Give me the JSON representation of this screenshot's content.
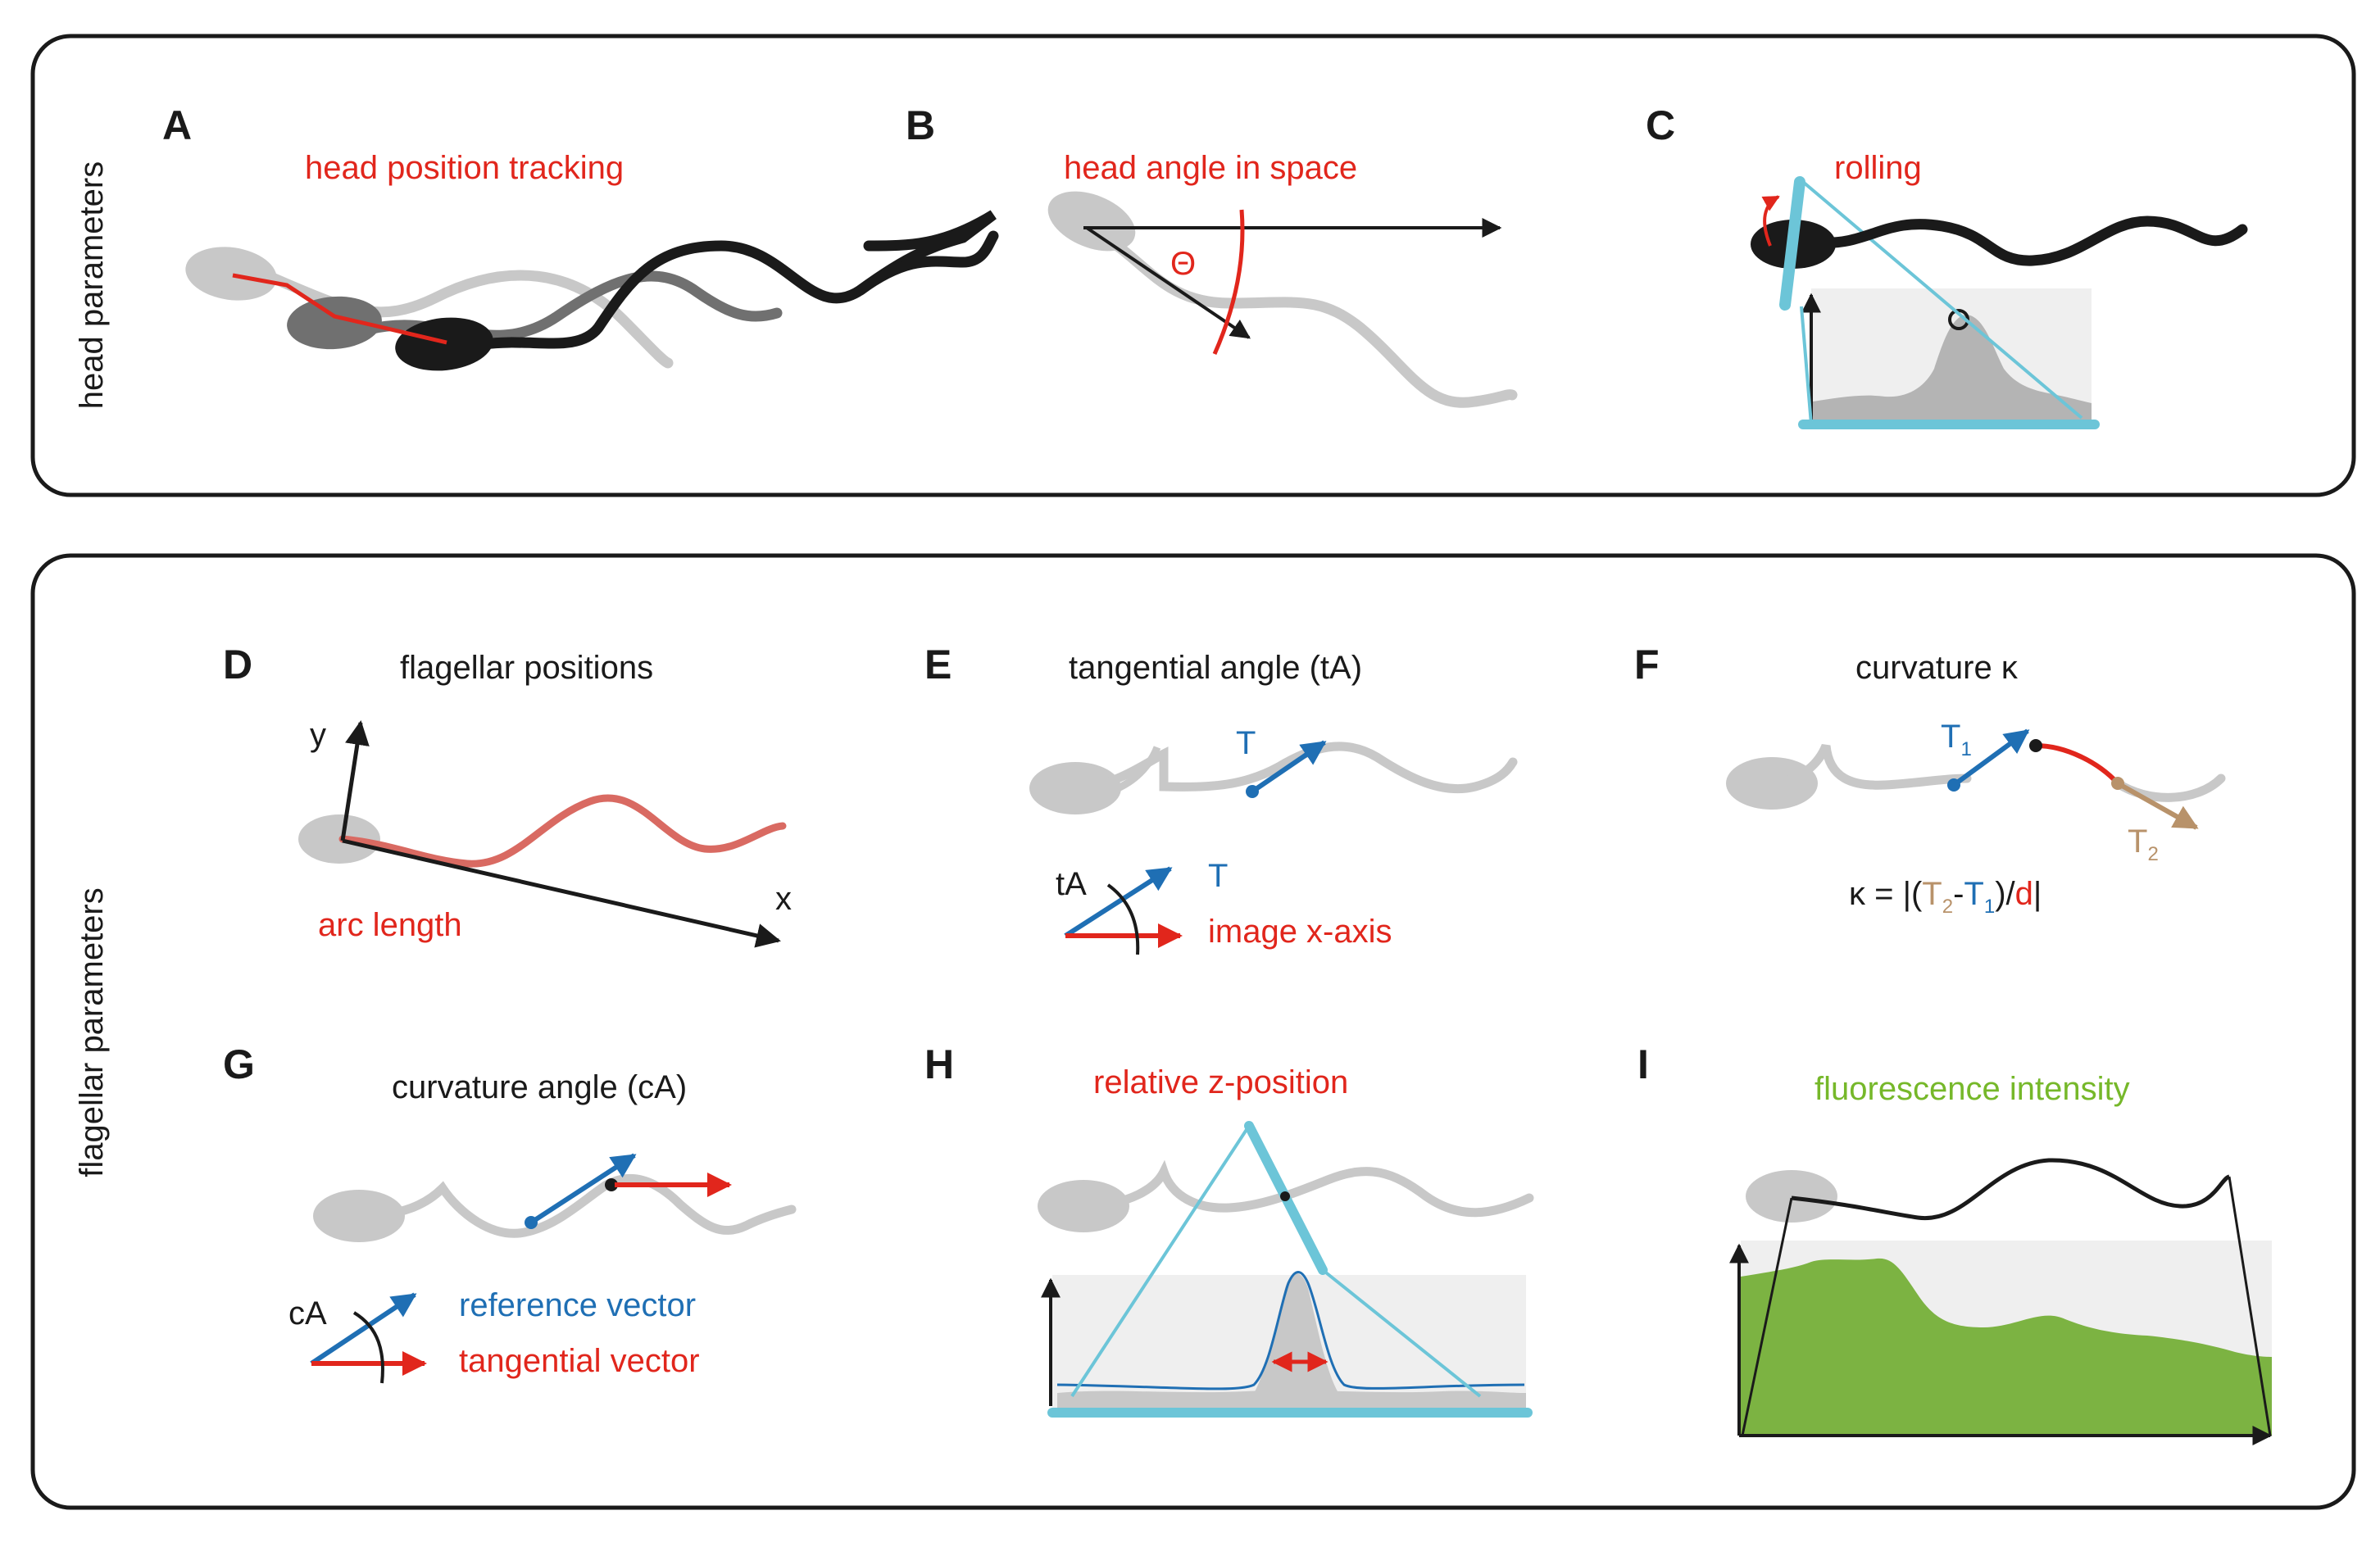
{
  "groups": {
    "head": "head parameters",
    "flagellar": "flagellar parameters"
  },
  "panels": {
    "A": {
      "label": "A",
      "title": "head position tracking"
    },
    "B": {
      "label": "B",
      "title": "head angle in space",
      "theta": "Θ"
    },
    "C": {
      "label": "C",
      "title": "rolling"
    },
    "D": {
      "label": "D",
      "title": "flagellar positions",
      "y": "y",
      "x": "x",
      "arc": "arc length"
    },
    "E": {
      "label": "E",
      "title": "tangential angle (tA)",
      "T": "T",
      "tA": "tA",
      "legend_T": "T",
      "legend_x": "image x-axis"
    },
    "F": {
      "label": "F",
      "title": "curvature κ",
      "T1": "T",
      "T1_sub": "1",
      "T2": "T",
      "T2_sub": "2",
      "eq": {
        "p0": "κ = |(",
        "p1": "T",
        "p1s": "2",
        "p2": "-",
        "p3": "T",
        "p3s": "1",
        "p4": ")/",
        "p5": "d",
        "p6": "|"
      }
    },
    "G": {
      "label": "G",
      "title": "curvature angle (cA)",
      "cA": "cA",
      "ref": "reference vector",
      "tan": "tangential vector"
    },
    "H": {
      "label": "H",
      "title": "relative z-position"
    },
    "I": {
      "label": "I",
      "title": "fluorescence intensity"
    }
  },
  "colors": {
    "red": "#e1261c",
    "blue": "#1f6fb4",
    "cyan": "#6cc5d8",
    "green": "#76b82a",
    "tan": "#b8926a",
    "gray": "#c8c8c8",
    "dark": "#1a1a1a",
    "panel": "#efefef"
  }
}
